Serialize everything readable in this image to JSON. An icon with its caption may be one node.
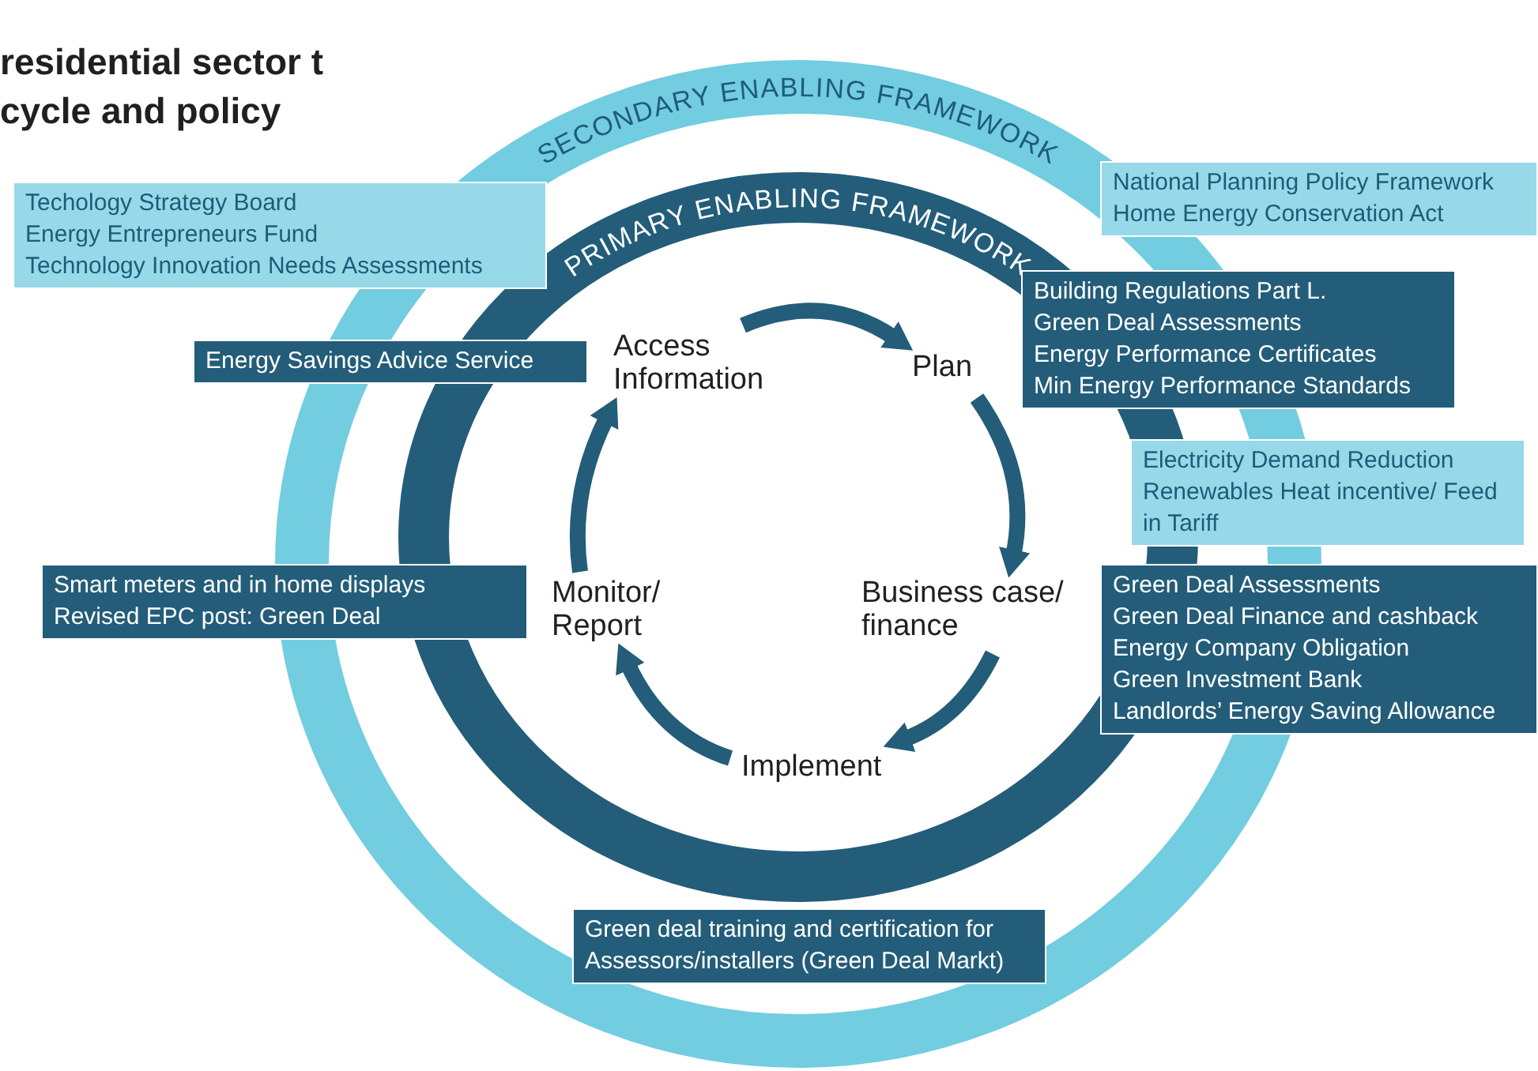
{
  "diagram": {
    "title": "residential sector t cycle and policy",
    "nodes": [
      {
        "text": [
          "Techology Strategy Board",
          "Energy Entrepreneurs Fund",
          "Technology Innovation Needs Assessments"
        ]
      },
      {
        "text": [
          "National Planning Policy Framework",
          "Home Energy Conservation Act"
        ]
      },
      {
        "text": [
          "Energy Savings Advice Service"
        ]
      },
      {
        "text": [
          "Access Information"
        ]
      },
      {
        "text": [
          "Plan"
        ]
      },
      {
        "text": [
          "Building Regulations Part L.",
          "Green Deal Assessments",
          "Energy Performance Certificates",
          "Min Energy Performance Standards"
        ]
      },
      {
        "text": [
          "Electricity Demand Reduction",
          "Renewables Heat incentive/ Feed in Tariff"
        ]
      },
      {
        "text": [
          "Smart meters and in home displays",
          "Revised EPC post: Green Deal"
        ]
      },
      {
        "text": [
          "Monitor/ Report"
        ]
      },
      {
        "text": [
          "Business case/ finance"
        ]
      },
      {
        "text": [
          "Green Deal Assessments",
          "Green Deal Finance and cashback",
          "Energy Company Obligation",
          "Green Investment Bank",
          "Landlords’ Energy Saving Allowance"
        ]
      },
      {
        "text": [
          "Implement"
        ]
      },
      {
        "text": [
          "Green deal training and certification for Assessors/installers (Green Deal Markt)"
        ]
      }
    ],
    "edges": [
      {
        "from": 3,
        "to": 4,
        "arrow": "to"
      },
      {
        "from": 4,
        "to": 9,
        "arrow": "to"
      },
      {
        "from": 9,
        "to": 11,
        "arrow": "to"
      },
      {
        "from": 11,
        "to": 8,
        "arrow": "to"
      },
      {
        "from": 8,
        "to": 3,
        "arrow": "to"
      }
    ],
    "labels": [
      "SECONDARY ENABLING FRAMEWORK",
      "PRIMARY ENABLING FRAMEWORK"
    ]
  }
}
